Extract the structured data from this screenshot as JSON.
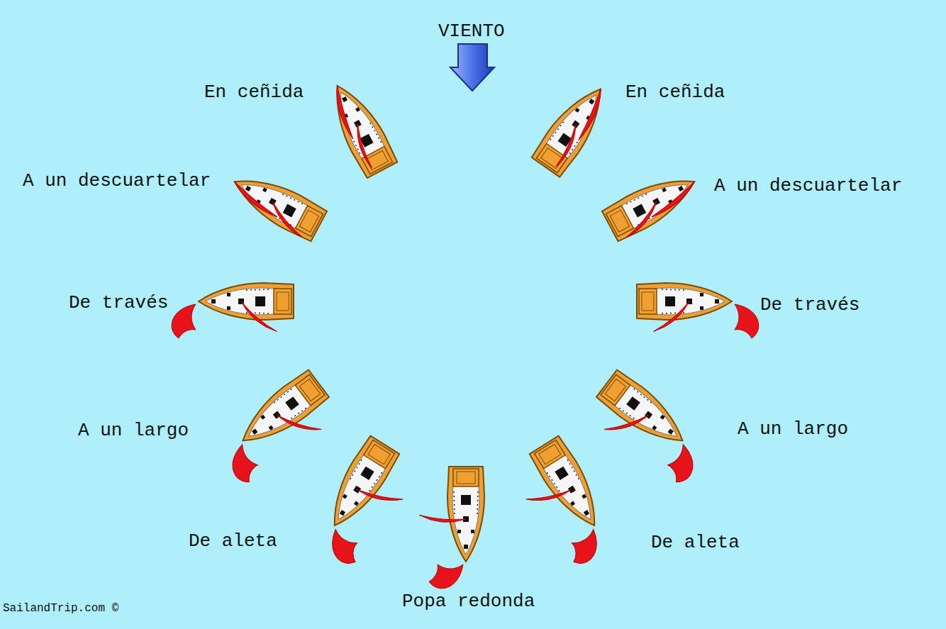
{
  "diagram": {
    "labels": [
      "VIENTO",
      "En ceñida",
      "En ceñida",
      "A un descuartelar",
      "A un descuartelar",
      "De través",
      "De través",
      "A un largo",
      "A un largo",
      "De aleta",
      "De aleta",
      "SailandTrip.com ©",
      "Popa redonda"
    ]
  }
}
